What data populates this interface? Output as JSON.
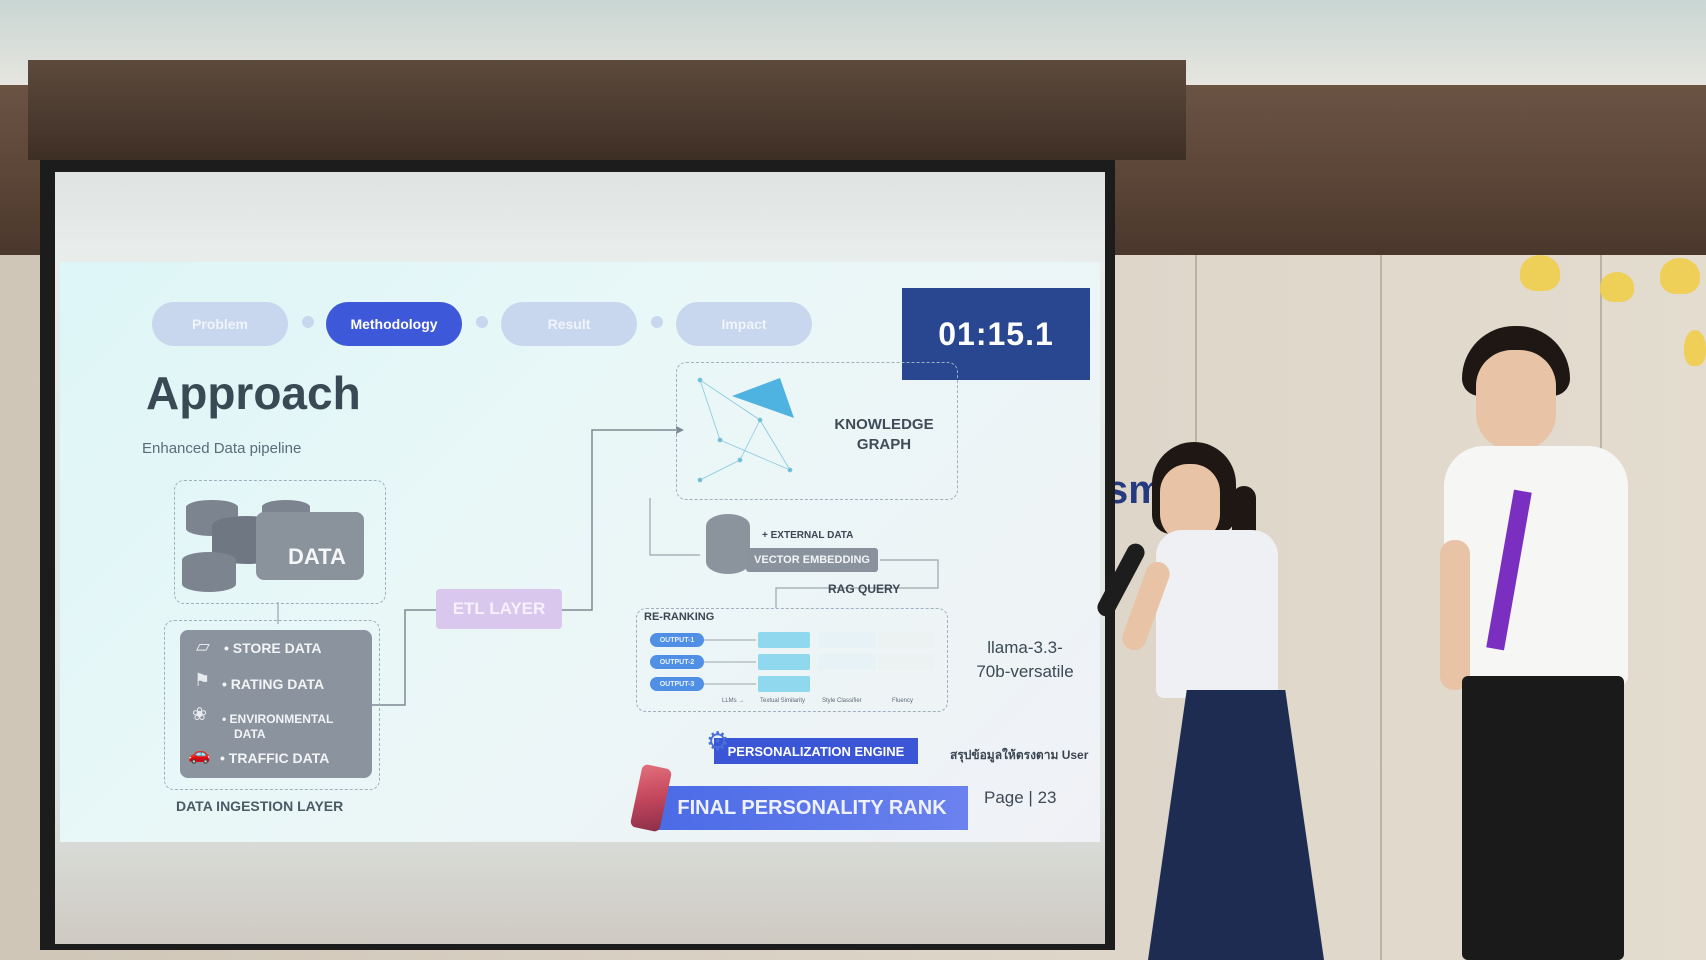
{
  "slide": {
    "nav": [
      {
        "label": "Problem",
        "active": false
      },
      {
        "label": "Methodology",
        "active": true
      },
      {
        "label": "Result",
        "active": false
      },
      {
        "label": "Impact",
        "active": false
      }
    ],
    "timer": "01:15.1",
    "title": "Approach",
    "subtitle": "Enhanced Data pipeline",
    "data_label": "DATA",
    "ingestion": {
      "items": [
        "• STORE DATA",
        "• RATING DATA",
        "• ENVIRONMENTAL",
        "DATA",
        "• TRAFFIC DATA"
      ],
      "title": "DATA INGESTION LAYER"
    },
    "etl": "ETL LAYER",
    "knowledge_graph": [
      "KNOWLEDGE",
      "GRAPH"
    ],
    "external_data": "+ EXTERNAL DATA",
    "vector_embedding": "VECTOR EMBEDDING",
    "rag_query": "RAG QUERY",
    "reranking": {
      "title": "RE-RANKING",
      "outputs": [
        "OUTPUT-1",
        "OUTPUT-2",
        "OUTPUT-3"
      ],
      "captions": [
        "LLMs →",
        "Textual Similarity",
        "Style Classifier",
        "Fluency"
      ]
    },
    "model": [
      "llama-3.3-",
      "70b-versatile"
    ],
    "personalization_engine": "PERSONALIZATION ENGINE",
    "thai_note": "สรุปข้อมูลให้ตรงตาม User",
    "final_rank": "FINAL PERSONALITY RANK",
    "page": "Page | 23"
  },
  "scene": {
    "wordmark": "sm",
    "colors": {
      "accent": "#3d58d8",
      "timer_bg": "#294791",
      "slide_bg": "#e6f7f7"
    }
  }
}
